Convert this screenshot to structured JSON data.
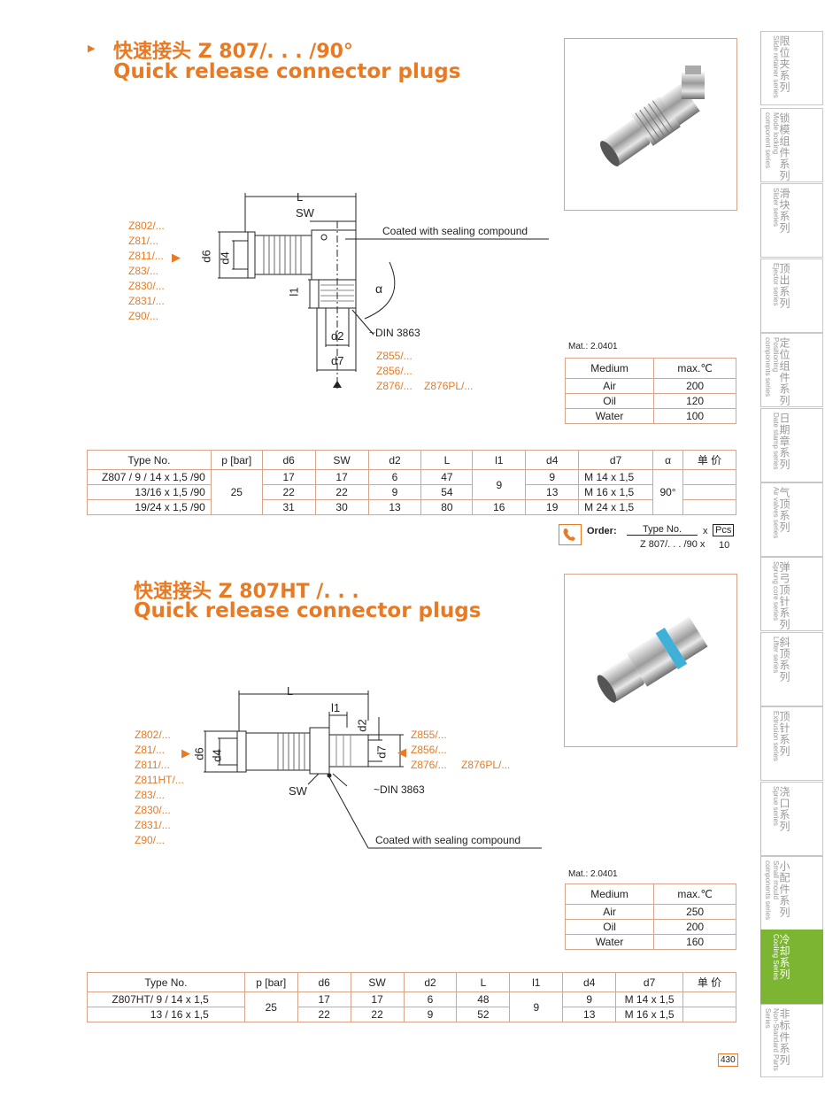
{
  "section1": {
    "title_cn": "快速接头 Z 807/. . . /90°",
    "title_en": "Quick release connector plugs",
    "compatible_left": [
      "Z802/...",
      "Z81/...",
      "Z811/...",
      "Z83/...",
      "Z830/...",
      "Z831/...",
      "Z90/..."
    ],
    "compatible_right": [
      "Z855/...",
      "Z856/...",
      "Z876/...",
      "Z876PL/..."
    ],
    "dim_labels": {
      "L": "L",
      "SW": "SW",
      "d6": "d6",
      "d4": "d4",
      "l1": "l1",
      "alpha": "α",
      "d2": "d2",
      "d7": "d7"
    },
    "note_coated": "Coated with sealing compound",
    "note_din": "~DIN 3863",
    "mat": "Mat.: 2.0401",
    "medium_header": [
      "Medium",
      "max.℃"
    ],
    "medium_rows": [
      [
        "Air",
        "200"
      ],
      [
        "Oil",
        "120"
      ],
      [
        "Water",
        "100"
      ]
    ],
    "table_headers": [
      "Type No.",
      "p [bar]",
      "d6",
      "SW",
      "d2",
      "L",
      "l1",
      "d4",
      "d7",
      "α",
      "单 价"
    ],
    "rows": [
      {
        "type": "Z807 / 9 / 14 x 1,5 /90",
        "d6": "17",
        "sw": "17",
        "d2": "6",
        "l": "47",
        "d4": "9",
        "d7": "M 14 x 1,5"
      },
      {
        "type": "13/16 x 1,5 /90",
        "d6": "22",
        "sw": "22",
        "d2": "9",
        "l": "54",
        "d4": "13",
        "d7": "M 16 x 1,5"
      },
      {
        "type": "19/24 x 1,5 /90",
        "d6": "31",
        "sw": "30",
        "d2": "13",
        "l": "80",
        "l1": "16",
        "d4": "19",
        "d7": "M 24 x 1,5"
      }
    ],
    "pbar": "25",
    "l1_merged": "9",
    "alpha": "90°",
    "order": {
      "label": "Order:",
      "type_no": "Type No.",
      "x": "x",
      "pcs": "Pcs",
      "example": "Z 807/. . . /90 x",
      "qty": "10"
    }
  },
  "section2": {
    "title_cn": "快速接头 Z 807HT /. . .",
    "title_en": "Quick release connector plugs",
    "compatible_left": [
      "Z802/...",
      "Z81/...",
      "Z811/...",
      "Z811HT/...",
      "Z83/...",
      "Z830/...",
      "Z831/...",
      "Z90/..."
    ],
    "compatible_right": [
      "Z855/...",
      "Z856/...",
      "Z876/..."
    ],
    "compatible_extra": "Z876PL/...",
    "dim_labels": {
      "L": "L",
      "l1": "l1",
      "d2": "d2",
      "d6": "d6",
      "d4": "d4",
      "d7": "d7",
      "SW": "SW"
    },
    "note_din": "~DIN 3863",
    "note_coated": "Coated with sealing compound",
    "mat": "Mat.: 2.0401",
    "medium_header": [
      "Medium",
      "max.℃"
    ],
    "medium_rows": [
      [
        "Air",
        "250"
      ],
      [
        "Oil",
        "200"
      ],
      [
        "Water",
        "160"
      ]
    ],
    "table_headers": [
      "Type No.",
      "p [bar]",
      "d6",
      "SW",
      "d2",
      "L",
      "l1",
      "d4",
      "d7",
      "单 价"
    ],
    "rows": [
      {
        "type": "Z807HT/ 9 / 14 x 1,5",
        "d6": "17",
        "sw": "17",
        "d2": "6",
        "l": "48",
        "d4": "9",
        "d7": "M 14 x 1,5"
      },
      {
        "type": "13 / 16 x 1,5",
        "d6": "22",
        "sw": "22",
        "d2": "9",
        "l": "52",
        "d4": "13",
        "d7": "M 16 x 1,5"
      }
    ],
    "pbar": "25",
    "l1_merged": "9"
  },
  "sidebar": [
    {
      "cn": "限位夹系列",
      "en": "Slide retainer series"
    },
    {
      "cn": "锁模组件系列",
      "en": "Mode locking component series"
    },
    {
      "cn": "滑块系列",
      "en": "Slider series"
    },
    {
      "cn": "顶出系列",
      "en": "Ejector series"
    },
    {
      "cn": "定位组件系列",
      "en": "Positioning components series"
    },
    {
      "cn": "日期章系列",
      "en": "Date stamp series"
    },
    {
      "cn": "气顶系列",
      "en": "Air valves series"
    },
    {
      "cn": "弹弓顶针系列",
      "en": "Sprung core series"
    },
    {
      "cn": "斜顶系列",
      "en": "Lifter series"
    },
    {
      "cn": "顶针系列",
      "en": "Extrusion series"
    },
    {
      "cn": "浇口系列",
      "en": "Sprue series"
    },
    {
      "cn": "小配件系列",
      "en": "Small mould components series"
    },
    {
      "cn": "冷却系列",
      "en": "Cooling Series"
    },
    {
      "cn": "非标件系列",
      "en": "Non-Standard Parts Series"
    }
  ],
  "sidebar_active_index": 12,
  "page_number": "430",
  "colors": {
    "accent": "#e87a24",
    "table_border": "#d9a58a",
    "sidebar_active": "#7bb531",
    "ring_blue": "#3fb0d8"
  }
}
